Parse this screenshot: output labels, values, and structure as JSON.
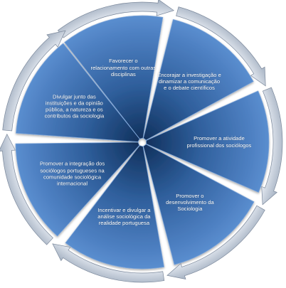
{
  "diagram": {
    "segments": [
      {
        "label": "Favorecer o relacionamento com outras disciplinas"
      },
      {
        "label": "Encorajar a investigação e dinamizar a comunicação e o debate científicos"
      },
      {
        "label": "Promover a atividade profissional dos sociólogos"
      },
      {
        "label": "Promover o desenvolvimento da Sociologia"
      },
      {
        "label": "Incentivar e divulgar a análise sociológica da realidade portuguesa"
      },
      {
        "label": "Promover a integração dos sociólogos portugueses na comunidade sociológica internacional"
      },
      {
        "label": "Divulgar junto das instituições e da opinião pública, a natureza e os contributos da sociologia"
      }
    ],
    "colors": {
      "segment_light": "#5b8fd0",
      "segment_mid": "#2f5f9c",
      "segment_dark": "#0f2e59",
      "arrow_light": "#eef2f8",
      "arrow_mid": "#c3cedb",
      "arrow_dark": "#8190a4",
      "text": "#ffffff"
    },
    "flow_direction": "clockwise"
  }
}
